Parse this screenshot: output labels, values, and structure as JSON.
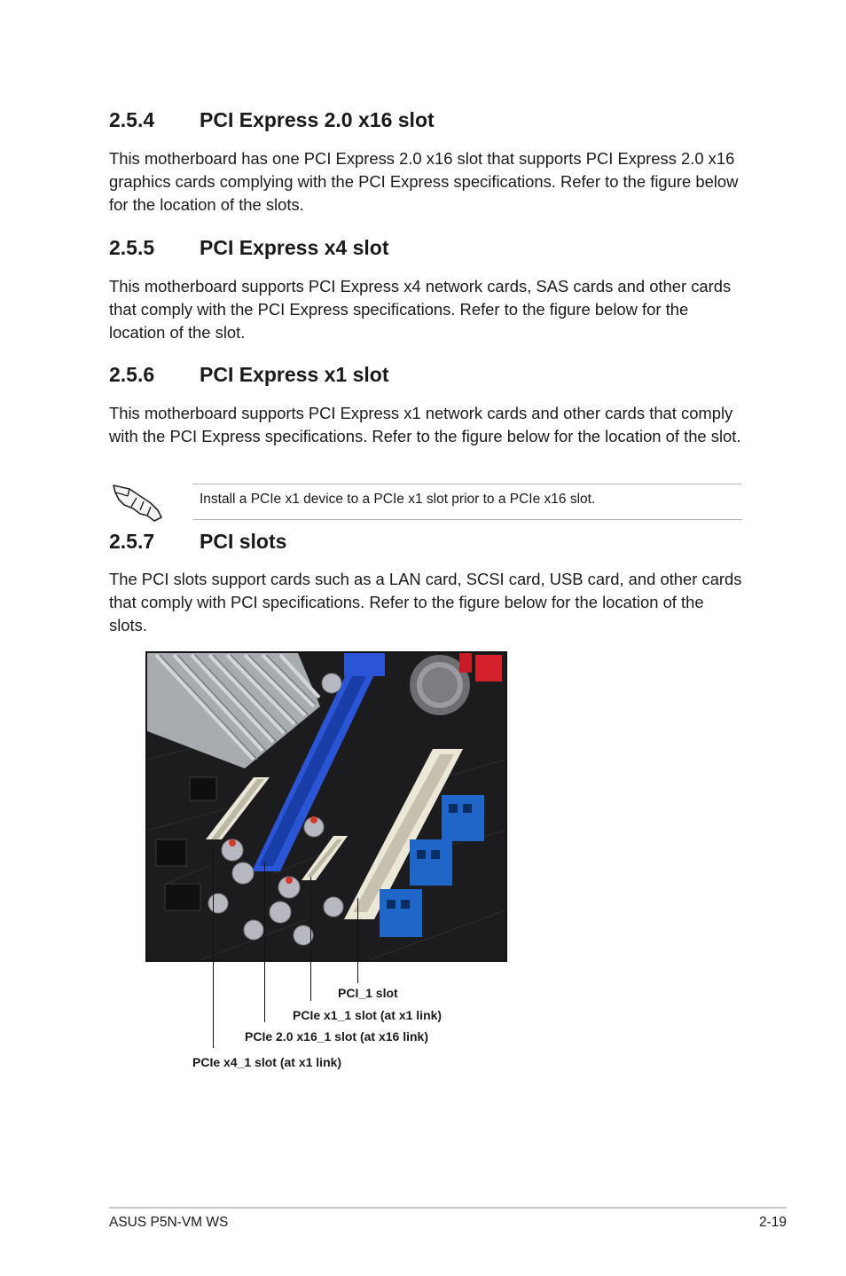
{
  "sections": [
    {
      "number": "2.5.4",
      "title": "PCI Express 2.0 x16 slot",
      "body": "This motherboard has one PCI Express 2.0 x16 slot that supports PCI Express 2.0 x16 graphics cards complying with the PCI Express specifications. Refer to the figure below for the location of the slots."
    },
    {
      "number": "2.5.5",
      "title": "PCI Express x4 slot",
      "body": "This motherboard supports PCI Express x4 network cards, SAS cards and other cards that comply with the PCI Express specifications. Refer to the figure below for the location of the slot."
    },
    {
      "number": "2.5.6",
      "title": "PCI Express x1 slot",
      "body": "This motherboard supports PCI Express x1 network cards and other cards that comply with the PCI Express specifications. Refer to the figure below for the location of the slot."
    },
    {
      "number": "2.5.7",
      "title": "PCI slots",
      "body": "The PCI slots support cards such as a LAN card, SCSI card, USB card, and other cards that comply with PCI specifications. Refer to the figure below for the location of the slots."
    }
  ],
  "note": {
    "icon": "pointing-hand-icon",
    "text": "Install a PCIe x1 device to a PCIe x1 slot prior to a PCIe x16 slot."
  },
  "figure": {
    "callouts": {
      "pci1": "PCI_1 slot",
      "pcie_x1": "PCIe x1_1 slot (at x1 link)",
      "pcie_x16": "PCIe 2.0 x16_1 slot (at x16 link)",
      "pcie_x4": "PCIe x4_1 slot (at x1 link)"
    },
    "colors": {
      "board": "#1c1c1e",
      "x16_slot": "#2a55d6",
      "pci_slot": "#ece8d8",
      "usb_header": "#1f66c8",
      "capacitor": "#b8b8c0",
      "heatsink": "#a8abb0"
    }
  },
  "footer": {
    "left": "ASUS P5N-VM WS",
    "right": "2-19"
  }
}
